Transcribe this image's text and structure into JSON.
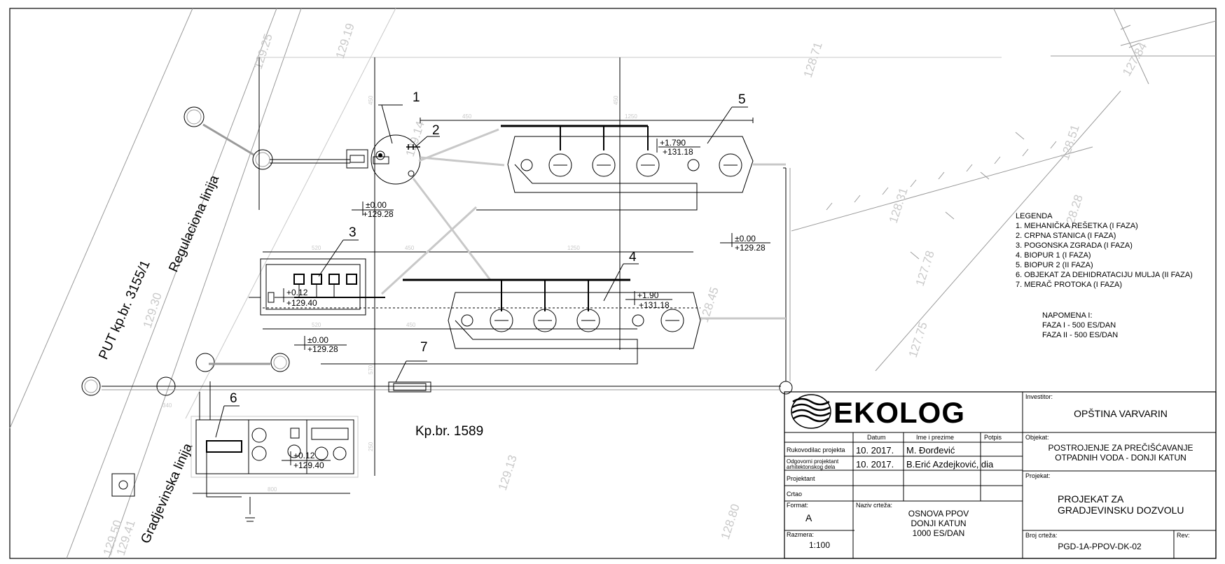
{
  "drawing": {
    "parcel_label": "Kp.br. 1589",
    "road_label": "PUT kp.br. 3155/1",
    "regulation_line": "Regulaciona linija",
    "construction_line": "Gradjevinska linija",
    "contours": [
      "129.25",
      "129.19",
      "128.71",
      "129.30",
      "129.13",
      "128.80",
      "129.50",
      "129.41",
      "128.31",
      "127.78",
      "128.51",
      "127.84",
      "127.75",
      "128.45",
      "128.28",
      "129.14"
    ],
    "dimensions": [
      "450",
      "1250",
      "520",
      "450",
      "1250",
      "520",
      "450",
      "800",
      "450",
      "450",
      "570",
      "250",
      "340"
    ],
    "item_numbers": [
      "1",
      "2",
      "3",
      "4",
      "5",
      "6",
      "7"
    ],
    "levels": [
      {
        "rel": "+1.790",
        "abs": "+131.18"
      },
      {
        "rel": "±0.00",
        "abs": "+129.28"
      },
      {
        "rel": "±0.00",
        "abs": "+129.28"
      },
      {
        "rel": "+0.12",
        "abs": "+129.40"
      },
      {
        "rel": "+1.90",
        "abs": "+131.18"
      },
      {
        "rel": "±0.00",
        "abs": "+129.28"
      },
      {
        "rel": "+0.12",
        "abs": "+129.40"
      }
    ]
  },
  "legend": {
    "title": "LEGENDA",
    "items": [
      "1. MEHANIČKA REŠETKA (I FAZA)",
      "2. CRPNA STANICA (I FAZA)",
      "3. POGONSKA ZGRADA (I FAZA)",
      "4. BIOPUR 1 (I FAZA)",
      "5. BIOPUR 2 (II FAZA)",
      "6. OBJEKAT ZA DEHIDRATACIJU MULJA (II FAZA)",
      "7. MERAČ PROTOKA (I FAZA)"
    ],
    "note_title": "NAPOMENA I:",
    "notes": [
      "FAZA I - 500 ES/DAN",
      "FAZA II - 500 ES/DAN"
    ]
  },
  "title_block": {
    "logo": "EKOLOG",
    "col_datum": "Datum",
    "col_ime": "Ime i prezime",
    "col_potpis": "Potpis",
    "rows": [
      {
        "role": "Rukovodilac projekta",
        "date": "10. 2017.",
        "name": "M. Đorđević"
      },
      {
        "role": "Odgovorni projektant arhitektonskog dela",
        "date": "10. 2017.",
        "name": "B.Erić Azdejković, dia"
      },
      {
        "role": "Projektant",
        "date": "",
        "name": ""
      },
      {
        "role": "Crtao",
        "date": "",
        "name": ""
      }
    ],
    "format_label": "Format:",
    "format_value": "A",
    "naziv_label": "Naziv crteža:",
    "naziv_value": [
      "OSNOVA PPOV",
      "DONJI KATUN",
      "1000 ES/DAN"
    ],
    "razmera_label": "Razmera:",
    "razmera_value": "1:100",
    "investitor_label": "Investitor:",
    "investitor_value": "OPŠTINA VARVARIN",
    "objekat_label": "Objekat:",
    "objekat_value": [
      "POSTROJENJE ZA PREČIŠĆAVANJE",
      "OTPADNIH VODA - DONJI KATUN"
    ],
    "projekat_label": "Projekat:",
    "projekat_value": [
      "PROJEKAT ZA",
      "GRADJEVINSKU DOZVOLU"
    ],
    "broj_label": "Broj crteža:",
    "broj_value": "PGD-1A-PPOV-DK-02",
    "rev_label": "Rev:"
  }
}
